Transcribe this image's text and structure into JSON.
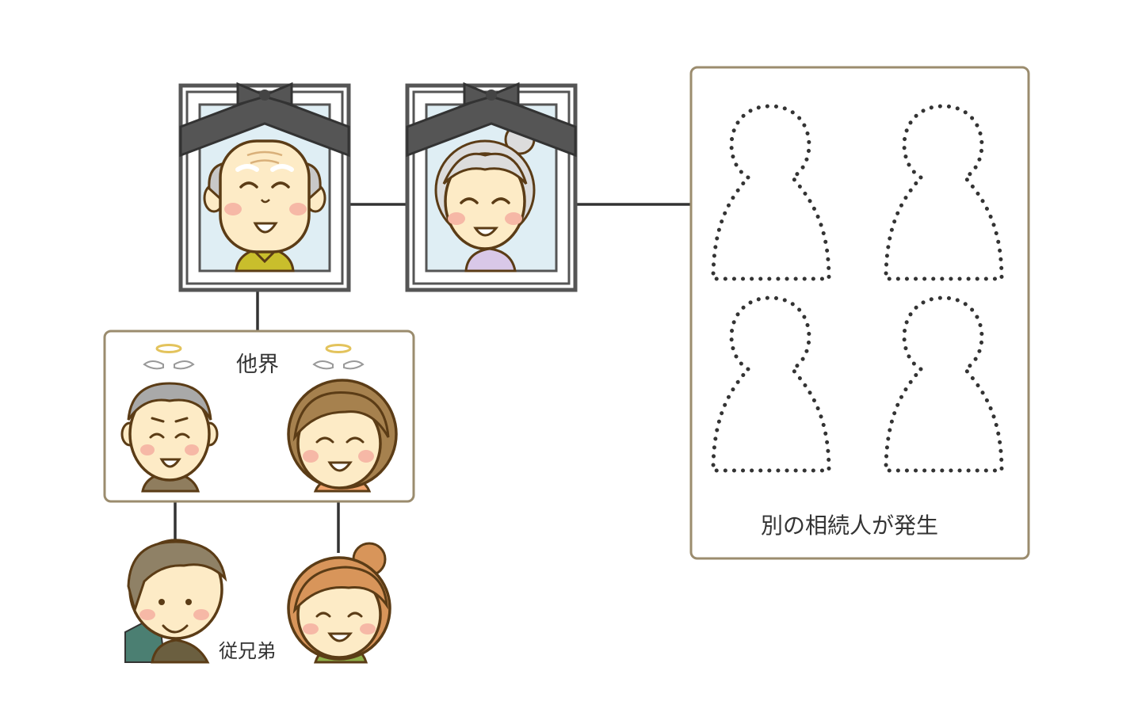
{
  "labels": {
    "deceased_group": "他界",
    "cousins": "従兄弟",
    "other_heirs": "別の相続人が発生"
  },
  "colors": {
    "frame": "#555555",
    "line": "#333333",
    "box_border": "#9b8c6e",
    "portrait_bg": "#dfeef4",
    "skin": "#fdebc6",
    "outline": "#5b3c16",
    "cheek": "#f6b8a6",
    "grey_hair": "#b5b5b5",
    "brown_hair": "#a6814e",
    "halo": "#e3c35c",
    "dots": "#333333"
  },
  "icons": {
    "grandfather": "deceased-grandfather-portrait",
    "grandmother": "deceased-grandmother-portrait",
    "placeholder": "unknown-heir-silhouette-icon"
  }
}
